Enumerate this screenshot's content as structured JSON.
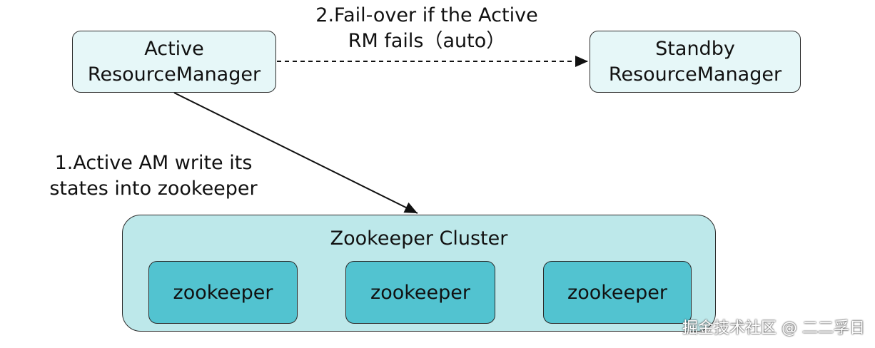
{
  "diagram": {
    "active_rm": {
      "line1": "Active",
      "line2": "ResourceManager"
    },
    "standby_rm": {
      "line1": "Standby",
      "line2": "ResourceManager"
    },
    "failover_label": {
      "line1": "2.Fail-over if the Active",
      "line2": "RM fails（auto）"
    },
    "write_label": {
      "line1": "1.Active AM write its",
      "line2": "states into zookeeper"
    },
    "cluster": {
      "title": "Zookeeper Cluster",
      "nodes": [
        "zookeeper",
        "zookeeper",
        "zookeeper"
      ]
    },
    "watermark": "掘金技术社区 @ 二二孚日"
  },
  "colors": {
    "rm_fill": "#e6f7f8",
    "cluster_fill": "#bde8ea",
    "node_fill": "#52c3d0",
    "stroke": "#2b2b2b"
  }
}
